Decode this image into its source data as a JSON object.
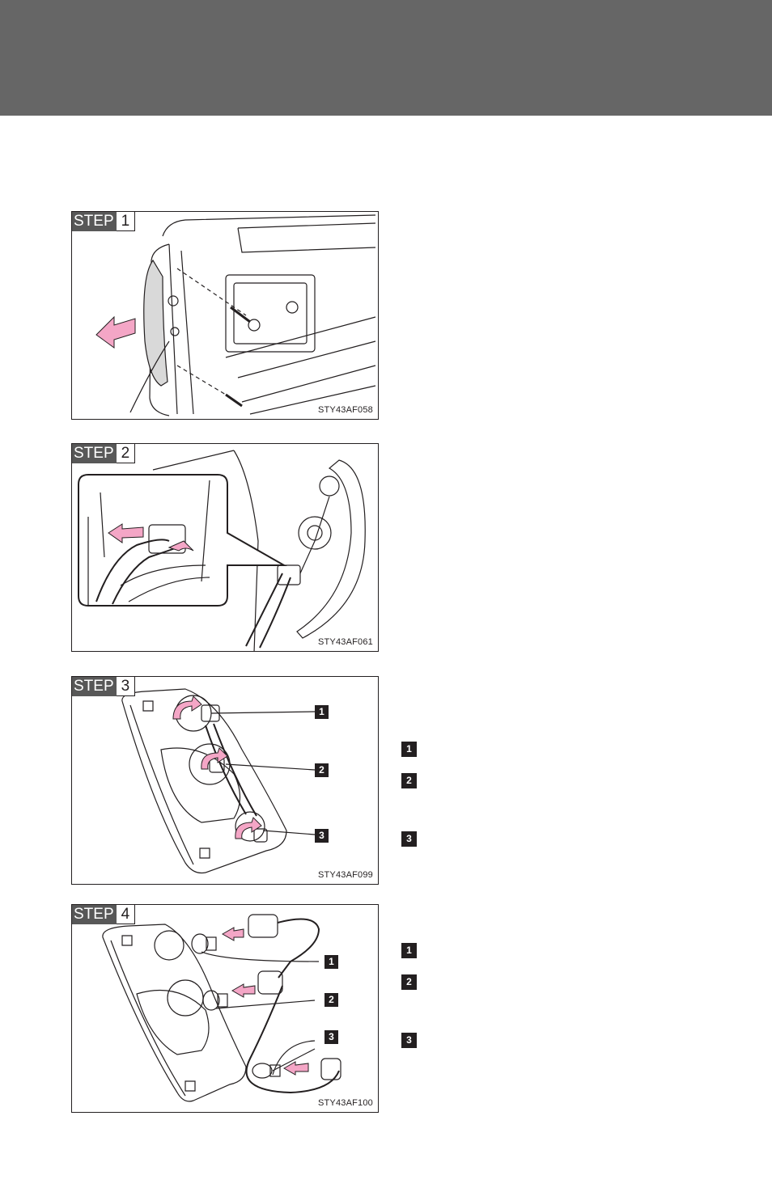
{
  "figures": [
    {
      "step_word": "STEP",
      "step_number": "1",
      "code": "STY43AF058"
    },
    {
      "step_word": "STEP",
      "step_number": "2",
      "code": "STY43AF061"
    },
    {
      "step_word": "STEP",
      "step_number": "3",
      "code": "STY43AF099",
      "callouts": [
        "1",
        "2",
        "3"
      ]
    },
    {
      "step_word": "STEP",
      "step_number": "4",
      "code": "STY43AF100",
      "callouts": [
        "1",
        "2",
        "3"
      ]
    }
  ],
  "side_badges": {
    "step3": [
      "1",
      "2",
      "3"
    ],
    "step4": [
      "1",
      "2",
      "3"
    ]
  },
  "colors": {
    "header": "#666666",
    "arrow": "#f4a6c6",
    "line": "#231f20"
  }
}
